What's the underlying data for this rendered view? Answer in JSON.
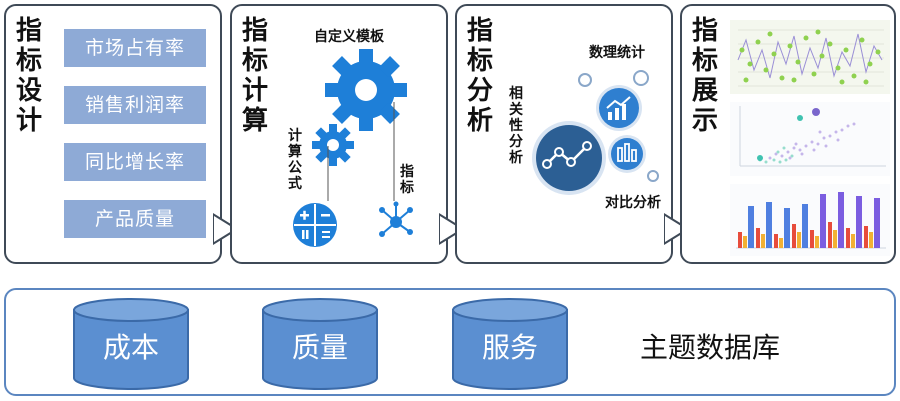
{
  "stages": [
    {
      "title": "指标设计",
      "metrics": [
        "市场占有率",
        "销售利润率",
        "同比增长率",
        "产品质量"
      ]
    },
    {
      "title": "指标计算",
      "labels": {
        "template": "自定义模板",
        "formula": "计算公式",
        "metric": "指标"
      }
    },
    {
      "title": "指标分析",
      "labels": {
        "correlation": "相关性分析",
        "stats": "数理统计",
        "compare": "对比分析"
      }
    },
    {
      "title": "指标展示"
    }
  ],
  "database": {
    "title": "主题数据库",
    "items": [
      "成本",
      "质量",
      "服务"
    ]
  },
  "colors": {
    "border": "#3f4a57",
    "metric_box": "#8eaad6",
    "cylinder": "#5b8fd1",
    "gear": "#1e7fd8",
    "bottom_border": "#5b86c0"
  }
}
